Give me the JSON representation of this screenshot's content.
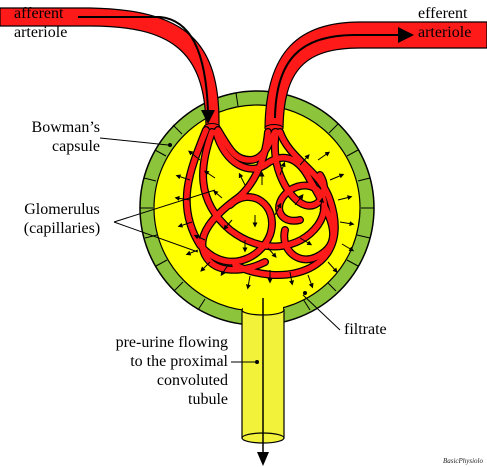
{
  "labels": {
    "afferent_line1": "afferent",
    "afferent_line2": "arteriole",
    "efferent_line1": "efferent",
    "efferent_line2": "arteriole",
    "bowman_line1": "Bowman’s",
    "bowman_line2": "capsule",
    "glomerulus_line1": "Glomerulus",
    "glomerulus_line2": "(capillaries)",
    "filtrate": "filtrate",
    "preurine_line1": "pre-urine flowing",
    "preurine_line2": "to the proximal",
    "preurine_line3": "convoluted",
    "preurine_line4": "tubule"
  },
  "credit": "BasicPhysiolo",
  "colors": {
    "vessel": "#ff1a1a",
    "capsule_wall": "#8cc43c",
    "filtrate": "#ffff00",
    "tubule": "#f2f23a",
    "outline": "#000000"
  }
}
